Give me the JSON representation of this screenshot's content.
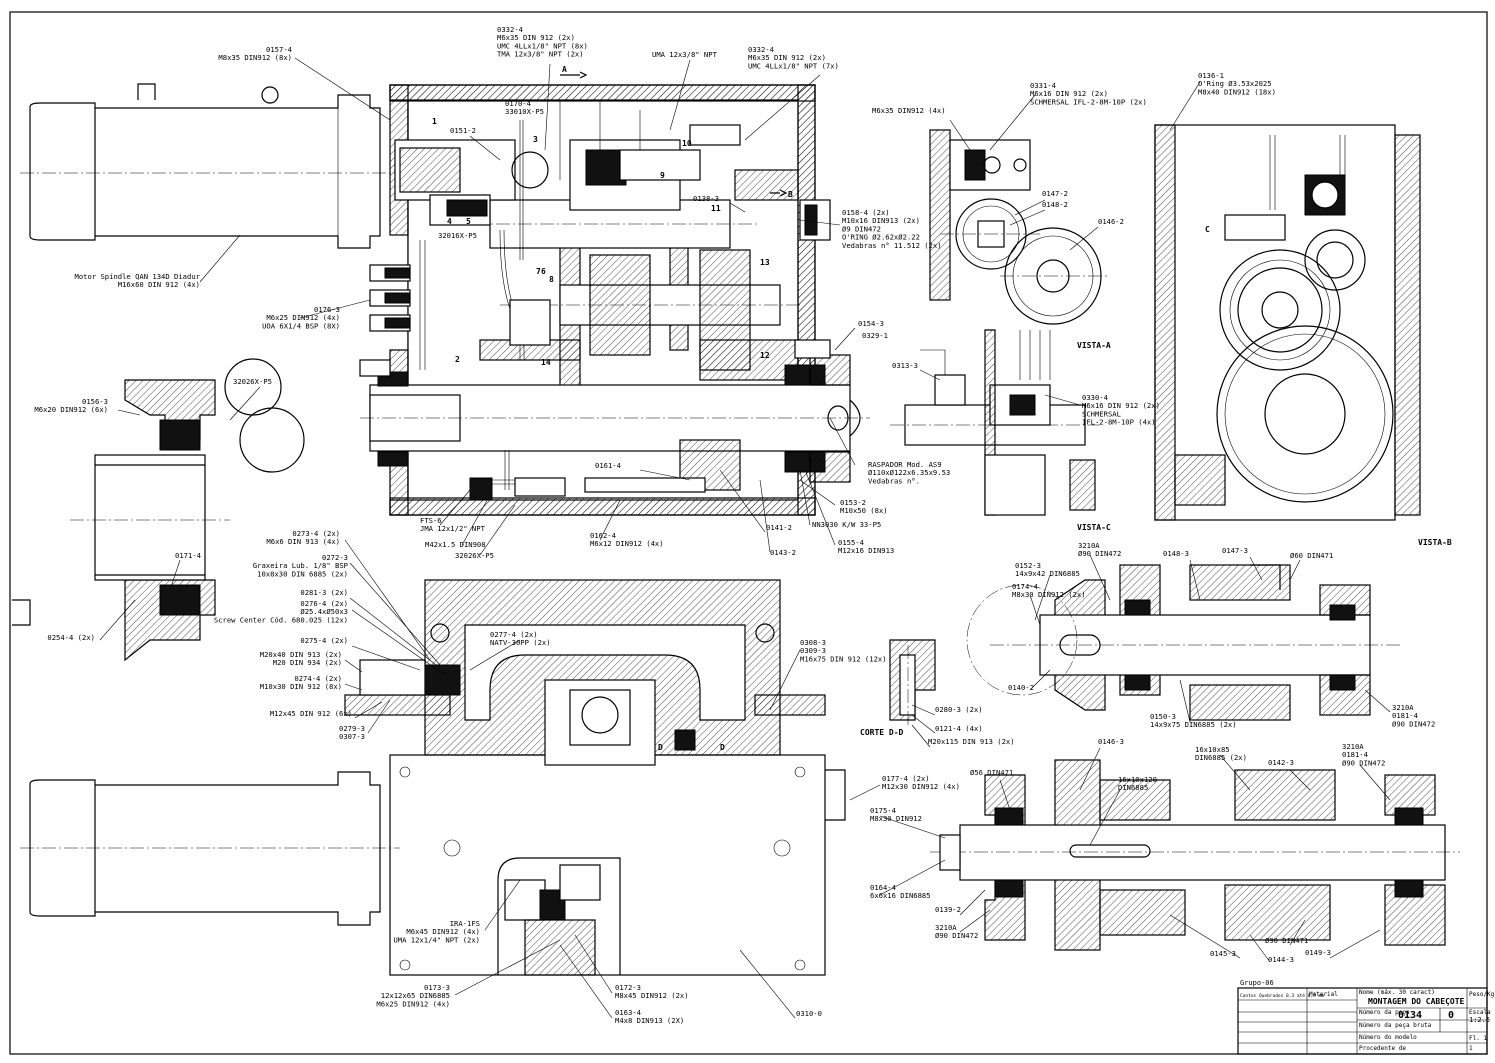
{
  "labels": {
    "l0157": [
      "0157-4",
      "M8x35 DIN912 (8x)"
    ],
    "l0332a": [
      "0332-4",
      "M6x35 DIN 912 (2x)",
      "UMC 4LLx1/8\" NPT (8x)",
      "TMA 12x3/8\" NPT (2x)"
    ],
    "l0170": [
      "0170-4",
      "33010X-P5"
    ],
    "luma": [
      "UMA 12x3/8\" NPT"
    ],
    "l0332b": [
      "0332-4",
      "M6x35 DIN 912 (2x)",
      "UMC 4LLx1/8\" NPT (7x)"
    ],
    "l0151": [
      "0151-2"
    ],
    "l0138": [
      "0138-3"
    ],
    "l0158": [
      "0158-4 (2x)",
      "M10x16 DIN913 (2x)",
      "Ø9 DIN472",
      "O'RING Ø2.62xØ2.22",
      "Vedabras n° 11.512 (2x)"
    ],
    "l32016": [
      "32016X-P5"
    ],
    "lmotor": [
      "Motor Spindle QAN 134D Diadur",
      "M16x60 DIN 912 (4x)"
    ],
    "l0176": [
      "0176-3",
      "M6x25 DIN912 (4x)",
      "UOA 6X1/4 BSP (8X)"
    ],
    "l0156b": [
      "0156-3",
      "M6x20 DIN912 (6x)"
    ],
    "l32026a": [
      "32026X-P5"
    ],
    "l0154": [
      "0154-3"
    ],
    "l0329": [
      "0329-1"
    ],
    "lrasp": [
      "RASPADOR Mod. AS9",
      "Ø110xØ122x6.35x9.53",
      "Vedabras n°."
    ],
    "l0161": [
      "0161-4"
    ],
    "l0153": [
      "0153-2",
      "M10x50 (8x)"
    ],
    "lnn": [
      "NN3030 K/W 33-P5"
    ],
    "l0155": [
      "0155-4",
      "M12x16 DIN913"
    ],
    "l0141": [
      "0141-2"
    ],
    "l0143": [
      "0143-2"
    ],
    "l0162": [
      "0162-4",
      "M6x12 DIN912 (4x)"
    ],
    "l32026b": [
      "32026X-P5"
    ],
    "lm42": [
      "M42x1.5 DIN908"
    ],
    "lfts": [
      "FTS-6",
      "JMA 12x1/2\" NPT"
    ],
    "l0273": [
      "0273-4 (2x)",
      "M6x6 DIN 913 (4x)"
    ],
    "l0171": [
      "0171-4"
    ],
    "l0272": [
      "0272-3",
      "Graxeira Lub. 1/8\" BSP",
      "10x8x30 DIN 6885 (2x)"
    ],
    "l0281": [
      "0281-3 (2x)"
    ],
    "l0276": [
      "0276-4 (2x)",
      "Ø25.4xØ50x3",
      "Screw Center Cód. 680.025 (12x)"
    ],
    "l0254": [
      "0254-4 (2x)"
    ],
    "l0275": [
      "0275-4 (2x)"
    ],
    "lm20": [
      "M20x40 DIN 913 (2x)",
      "M20 DIN 934 (2x)"
    ],
    "l0274": [
      "0274-4 (2x)",
      "M10x30 DIN 912 (8x)"
    ],
    "lm12": [
      "M12x45 DIN 912 (6x)"
    ],
    "l0279": [
      "0279-3",
      "0307-3"
    ],
    "l0277": [
      "0277-4 (2x)",
      "NATV-30PP (2x)"
    ],
    "l0308": [
      "0308-3",
      "0309-3",
      "M16x75 DIN 912 (12x)"
    ],
    "l0331": [
      "0331-4",
      "M6x16 DIN 912 (2x)",
      "SCHMERSAL IFL-2-8M-10P (2x)"
    ],
    "lm6x35": [
      "M6x35 DIN912 (4x)"
    ],
    "l0147a": [
      "0147-2"
    ],
    "l0148a": [
      "0148-2"
    ],
    "l0146a": [
      "0146-2"
    ],
    "l0136": [
      "0136-1",
      "O'Ring Ø3.53x2025",
      "M8x40 DIN912 (18x)"
    ],
    "l0313": [
      "0313-3"
    ],
    "l0330": [
      "0330-4",
      "M6x16 DIN 912 (2x)",
      "SCHMERSAL",
      "IFL-2-8M-10P (4x)"
    ],
    "l3210a": [
      "3210A",
      "Ø90 DIN472"
    ],
    "l0148b": [
      "0148-3"
    ],
    "l0147b": [
      "0147-3"
    ],
    "l0152": [
      "0152-3",
      "14x9x42 DIN6885"
    ],
    "l0174": [
      "0174-4",
      "M8x30 DIN912 (2x)"
    ],
    "l0140": [
      "0140-2"
    ],
    "l0150": [
      "0150-3",
      "14x9x75 DIN6885 (2x)"
    ],
    "l3210b": [
      "3210A",
      "0181-4",
      "Ø90 DIN472"
    ],
    "l0280": [
      "0280-3 (2x)"
    ],
    "l0121": [
      "0121-4 (4x)"
    ],
    "lm20115": [
      "M20x115 DIN 913 (2x)"
    ],
    "l0146b": [
      "0146-3"
    ],
    "l16x10x85": [
      "16x10x85",
      "DIN6885 (2x)"
    ],
    "l0142": [
      "0142-3"
    ],
    "l3210c": [
      "3210A",
      "0181-4",
      "Ø90 DIN472"
    ],
    "l56": [
      "Ø56 DIN471"
    ],
    "l16x10x120": [
      "16x10x120",
      "DIN6885"
    ],
    "l0177": [
      "0177-4 (2x)",
      "M12x30 DIN912 (4x)"
    ],
    "l0175": [
      "0175-4",
      "M8x30 DIN912"
    ],
    "l0164": [
      "0164-4",
      "6x6x16 DIN6885"
    ],
    "l0139": [
      "0139-2"
    ],
    "l3210d": [
      "3210A",
      "Ø90 DIN472"
    ],
    "l90": [
      "Ø90 DIN471"
    ],
    "l0144": [
      "0144-3"
    ],
    "l0145": [
      "0145-3"
    ],
    "l0149": [
      "0149-3"
    ],
    "lira": [
      "IRA-1FS",
      "M6x45 DIN912 (4x)",
      "UMA 12x1/4\" NPT (2x)"
    ],
    "l0173": [
      "0173-3",
      "12x12x65 DIN6885",
      "M6x25 DIN912 (4x)"
    ],
    "l0172": [
      "0172-3",
      "M8x45 DIN912 (2x)"
    ],
    "l0163": [
      "0163-4",
      "M4x8 DIN913 (2X)"
    ],
    "l0310": [
      "0310-0"
    ],
    "l0160": [
      "Ø60 DIN471"
    ]
  },
  "views": {
    "vista_a": "VISTA-A",
    "vista_b": "VISTA-B",
    "vista_c": "VISTA-C",
    "corte_dd": "CORTE D-D",
    "sec_a": "A",
    "sec_b": "B",
    "sec_c": "C",
    "sec_d": "D"
  },
  "callouts": [
    "1",
    "2",
    "3",
    "4",
    "5",
    "6",
    "7",
    "8",
    "9",
    "10",
    "11",
    "12",
    "13",
    "14"
  ],
  "title_block": {
    "grupo": "Grupo-06",
    "small_note": "Cantos Quebrados 0,3 até 0,5 mm",
    "material_hdr": "Material",
    "nome_hdr": "Nome (máx. 30 caract)",
    "nome": "MONTAGEM DO CABEÇOTE",
    "peso_hdr": "Peso/Kg",
    "escala_hdr": "Escala",
    "escala": "1:2.5",
    "numero_hdr": "Número da peça",
    "numero": "0134",
    "rev": "0",
    "numero_bruta": "Número da peça bruta",
    "modelo": "Número do modelo",
    "procedente": "Procedente de",
    "folha": "Fl. 1",
    "folhas": "1"
  }
}
